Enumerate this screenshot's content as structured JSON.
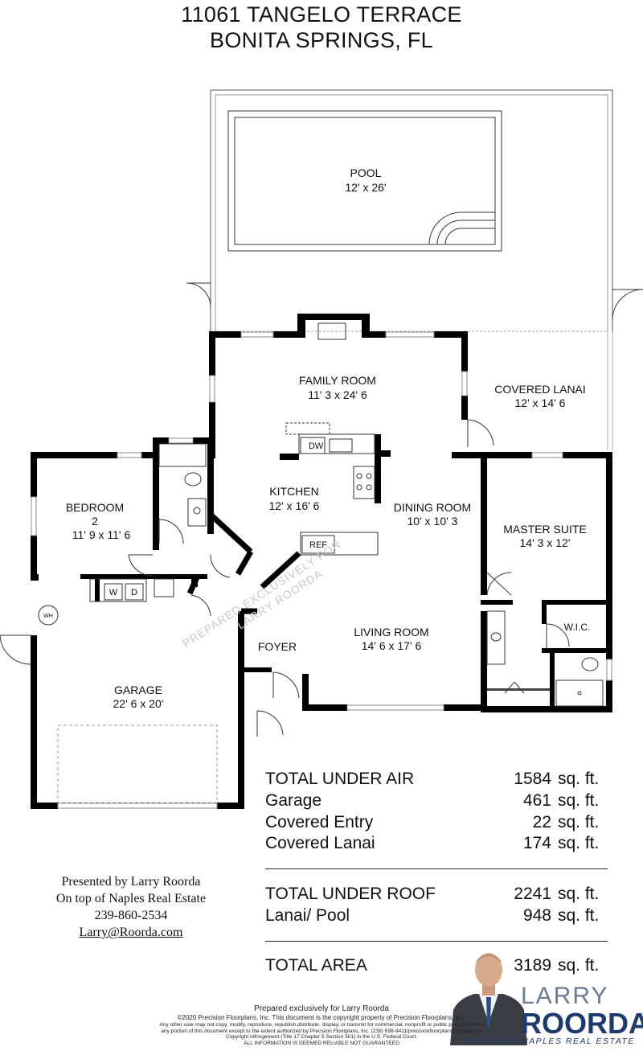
{
  "address": {
    "line1": "11061 TANGELO TERRACE",
    "line2": "BONITA SPRINGS, FL"
  },
  "rooms": {
    "pool": {
      "name": "POOL",
      "size": "12' x 26'"
    },
    "family_room": {
      "name": "FAMILY ROOM",
      "size": "11' 3 x 24' 6"
    },
    "covered_lanai": {
      "name": "COVERED LANAI",
      "size": "12' x 14' 6"
    },
    "kitchen": {
      "name": "KITCHEN",
      "size": "12' x 16' 6"
    },
    "bedroom2": {
      "name": "BEDROOM",
      "number": "2",
      "size": "11' 9 x 11' 6"
    },
    "dining_room": {
      "name": "DINING ROOM",
      "size": "10' x 10' 3"
    },
    "master_suite": {
      "name": "MASTER SUITE",
      "size": "14' 3 x 12'"
    },
    "living_room": {
      "name": "LIVING ROOM",
      "size": "14' 6 x 17' 6"
    },
    "foyer": {
      "name": "FOYER"
    },
    "garage": {
      "name": "GARAGE",
      "size": "22' 6 x 20'"
    },
    "wic": {
      "name": "W.I.C."
    }
  },
  "fixtures": {
    "dishwasher": "DW",
    "refrigerator": "REF",
    "washer": "W",
    "dryer": "D",
    "water_heater": "WH"
  },
  "watermark": {
    "line1": "PREPARED EXCLUSIVELY FOR",
    "line2": "LARRY ROORDA"
  },
  "areas": [
    {
      "label": "TOTAL UNDER AIR",
      "value": "1584",
      "unit": "sq. ft."
    },
    {
      "label": "Garage",
      "value": "461",
      "unit": "sq. ft."
    },
    {
      "label": "Covered Entry",
      "value": "22",
      "unit": "sq. ft."
    },
    {
      "label": "Covered Lanai",
      "value": "174",
      "unit": "sq. ft."
    },
    {
      "label": "TOTAL UNDER ROOF",
      "value": "2241",
      "unit": "sq. ft."
    },
    {
      "label": "Lanai/ Pool",
      "value": "948",
      "unit": "sq. ft."
    },
    {
      "label": "TOTAL AREA",
      "value": "3189",
      "unit": "sq. ft."
    }
  ],
  "presenter": {
    "line1": "Presented by Larry Roorda",
    "line2": "On top of Naples Real Estate",
    "phone": "239-860-2534",
    "email": "Larry@Roorda.com"
  },
  "footer": {
    "prepared": "Prepared exclusively for Larry Roorda",
    "copyright": "©2020 Precision Floorplans, Inc.  This document is the copyright property of Precision Floorplans, Inc.",
    "line3": "Any other user may not copy, modify, reproduce, republish,distribute, display, or transmit for commercial, nonprofit or public purposes all or",
    "line4": "any portion of this document except to the extent authorized by:Precision Floorplans, Inc. (239) 598-9411/precisionfloorplans@gmail.com",
    "line5": "Copyright infringement (Title 17 Chapter 5 Section 501) in the U.S. Federal Court.",
    "line6": "ALL INFORMATION IS DEEMED RELIABLE NOT GUARANTEED"
  },
  "brand": {
    "first": "LARRY",
    "last": "ROORDA",
    "tagline": "ON TOP OF NAPLES REAL ESTATE"
  },
  "colors": {
    "wall": "#000000",
    "brand_blue": "#1e3a6e",
    "watermark": "#c8c8c8"
  }
}
